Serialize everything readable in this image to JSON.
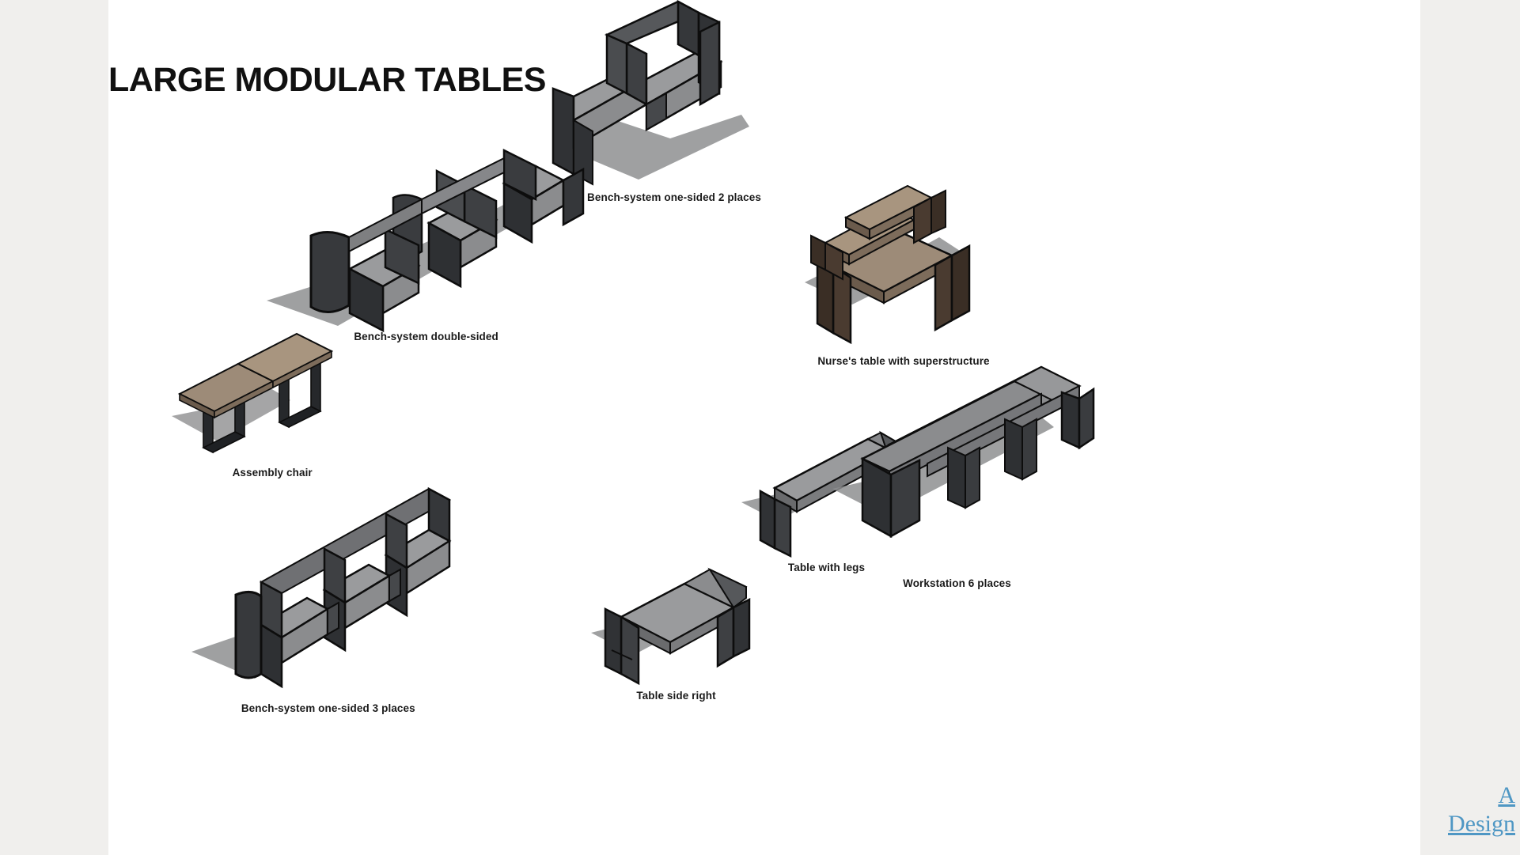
{
  "page": {
    "title": "LARGE MODULAR TABLES",
    "background_color": "#f0efed",
    "sheet_color": "#ffffff"
  },
  "palette": {
    "top_face_gray": "#8b8c8e",
    "top_face_gray_light": "#9a9b9d",
    "side_face_dark": "#3e4043",
    "side_face_darker": "#303235",
    "outline": "#0d0d0d",
    "shadow": "#8e8f90",
    "wood_top": "#9d8b78",
    "wood_top_light": "#a8957f",
    "wood_side": "#4a3b30",
    "wood_side_dark": "#3a2e25",
    "link_blue": "#4f97c4"
  },
  "items": [
    {
      "id": "bench-one-sided-2",
      "label": "Bench-system one-sided 2 places",
      "icon": "isometric-bench-one-sided-2-icon"
    },
    {
      "id": "bench-double-sided",
      "label": "Bench-system double-sided",
      "icon": "isometric-bench-double-sided-icon"
    },
    {
      "id": "nurses-table",
      "label": "Nurse's table with superstructure",
      "icon": "isometric-nurses-table-icon"
    },
    {
      "id": "assembly-chair",
      "label": "Assembly chair",
      "icon": "isometric-assembly-chair-icon"
    },
    {
      "id": "bench-one-sided-3",
      "label": "Bench-system one-sided 3 places",
      "icon": "isometric-bench-one-sided-3-icon"
    },
    {
      "id": "table-side-right",
      "label": "Table side right",
      "icon": "isometric-table-side-right-icon"
    },
    {
      "id": "table-with-legs",
      "label": "Table with legs",
      "icon": "isometric-table-with-legs-icon"
    },
    {
      "id": "workstation-6",
      "label": "Workstation 6 places",
      "icon": "isometric-workstation-6-icon"
    }
  ],
  "watermark": {
    "line1": "A",
    "line2": "Design"
  }
}
